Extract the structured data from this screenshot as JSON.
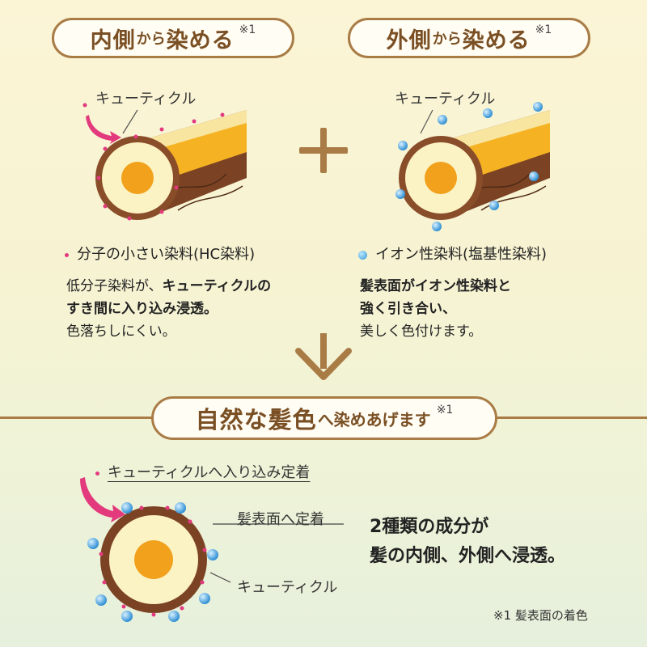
{
  "colors": {
    "accent_brown": "#a97b45",
    "pink_dye": "#e23a7d",
    "blue_dye": "#2f96d8",
    "hair_core": "#f2a11c"
  },
  "inside": {
    "title_a": "内側",
    "title_b": "から",
    "title_c": "染める",
    "note": "※1",
    "cuticle_label": "キューティクル",
    "dye_name": "分子の小さい染料(HC染料)",
    "body_1": "低分子染料が、",
    "body_1_bold": "キューティクルの",
    "body_2_bold": "すき間に入り込み浸透。",
    "body_3": "色落ちしにくい。"
  },
  "outside": {
    "title_a": "外側",
    "title_b": "から",
    "title_c": "染める",
    "note": "※1",
    "cuticle_label": "キューティクル",
    "dye_name": "イオン性染料(塩基性染料)",
    "body_1_bold": "髪表面がイオン性染料と",
    "body_2_bold": "強く引き合い、",
    "body_3": "美しく色付けます。"
  },
  "plus_icon": "plus-icon",
  "arrow_icon": "down-arrow-icon",
  "result": {
    "title_a": "自然な髪色",
    "title_b": "へ染めあげます",
    "note": "※1",
    "label_inside": "キューティクルへ入り込み定着",
    "label_surface": "髪表面へ定着",
    "label_cuticle": "キューティクル",
    "summary_1": "2種類の成分が",
    "summary_2": "髪の内側、外側へ浸透。"
  },
  "footnote": "※1 髪表面の着色"
}
